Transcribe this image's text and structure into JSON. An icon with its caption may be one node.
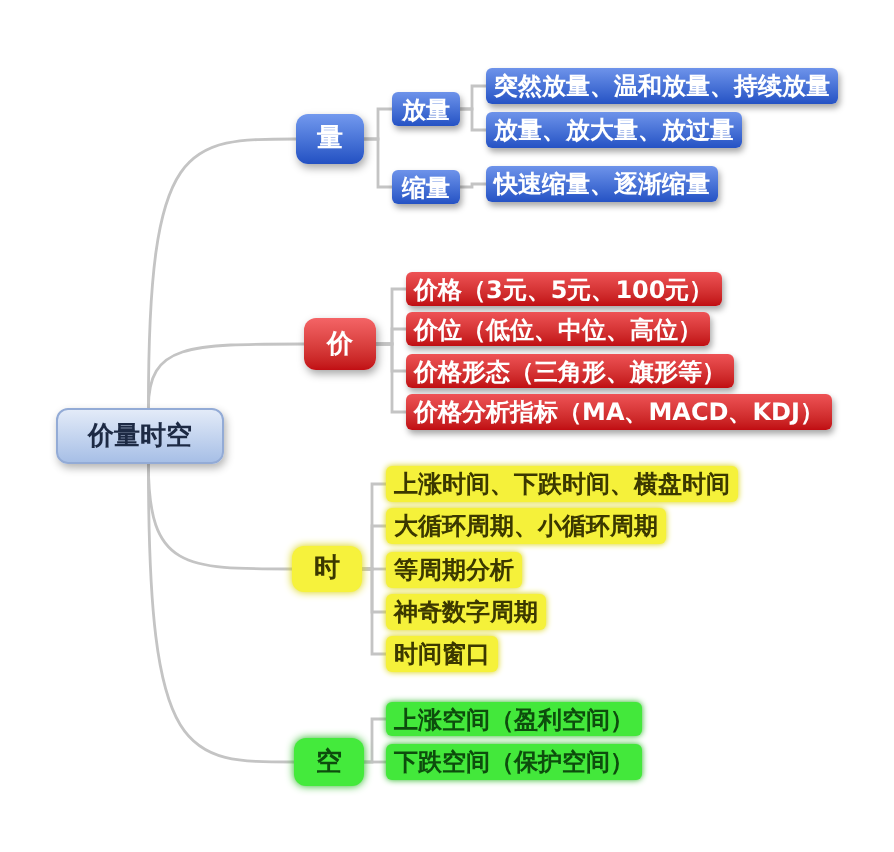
{
  "diagram": {
    "nodes": [
      {
        "text": [
          "价量时空"
        ]
      },
      {
        "text": [
          "量"
        ]
      },
      {
        "text": [
          "放量"
        ]
      },
      {
        "text": [
          "突然放量、温和放量、持续放量"
        ]
      },
      {
        "text": [
          "放量、放大量、放过量"
        ]
      },
      {
        "text": [
          "缩量"
        ]
      },
      {
        "text": [
          "快速缩量、逐渐缩量"
        ]
      },
      {
        "text": [
          "价"
        ]
      },
      {
        "text": [
          "价格（3元、5元、100元）"
        ]
      },
      {
        "text": [
          "价位（低位、中位、高位）"
        ]
      },
      {
        "text": [
          "价格形态（三角形、旗形等）"
        ]
      },
      {
        "text": [
          "价格分析指标（MA、MACD、KDJ）"
        ]
      },
      {
        "text": [
          "时"
        ]
      },
      {
        "text": [
          "上涨时间、下跌时间、横盘时间"
        ]
      },
      {
        "text": [
          "大循环周期、小循环周期"
        ]
      },
      {
        "text": [
          "等周期分析"
        ]
      },
      {
        "text": [
          "神奇数字周期"
        ]
      },
      {
        "text": [
          "时间窗口"
        ]
      },
      {
        "text": [
          "空"
        ]
      },
      {
        "text": [
          "上涨空间（盈利空间）"
        ]
      },
      {
        "text": [
          "下跌空间（保护空间）"
        ]
      }
    ],
    "edges": [
      {
        "from": 0,
        "to": 1,
        "arrow": "none"
      },
      {
        "from": 1,
        "to": 2,
        "arrow": "none"
      },
      {
        "from": 2,
        "to": 3,
        "arrow": "none"
      },
      {
        "from": 2,
        "to": 4,
        "arrow": "none"
      },
      {
        "from": 1,
        "to": 5,
        "arrow": "none"
      },
      {
        "from": 5,
        "to": 6,
        "arrow": "none"
      },
      {
        "from": 0,
        "to": 7,
        "arrow": "none"
      },
      {
        "from": 7,
        "to": 8,
        "arrow": "none"
      },
      {
        "from": 7,
        "to": 9,
        "arrow": "none"
      },
      {
        "from": 7,
        "to": 10,
        "arrow": "none"
      },
      {
        "from": 7,
        "to": 11,
        "arrow": "none"
      },
      {
        "from": 0,
        "to": 12,
        "arrow": "none"
      },
      {
        "from": 12,
        "to": 13,
        "arrow": "none"
      },
      {
        "from": 12,
        "to": 14,
        "arrow": "none"
      },
      {
        "from": 12,
        "to": 15,
        "arrow": "none"
      },
      {
        "from": 12,
        "to": 16,
        "arrow": "none"
      },
      {
        "from": 12,
        "to": 17,
        "arrow": "none"
      },
      {
        "from": 0,
        "to": 18,
        "arrow": "none"
      },
      {
        "from": 18,
        "to": 19,
        "arrow": "none"
      },
      {
        "from": 18,
        "to": 20,
        "arrow": "none"
      }
    ]
  }
}
